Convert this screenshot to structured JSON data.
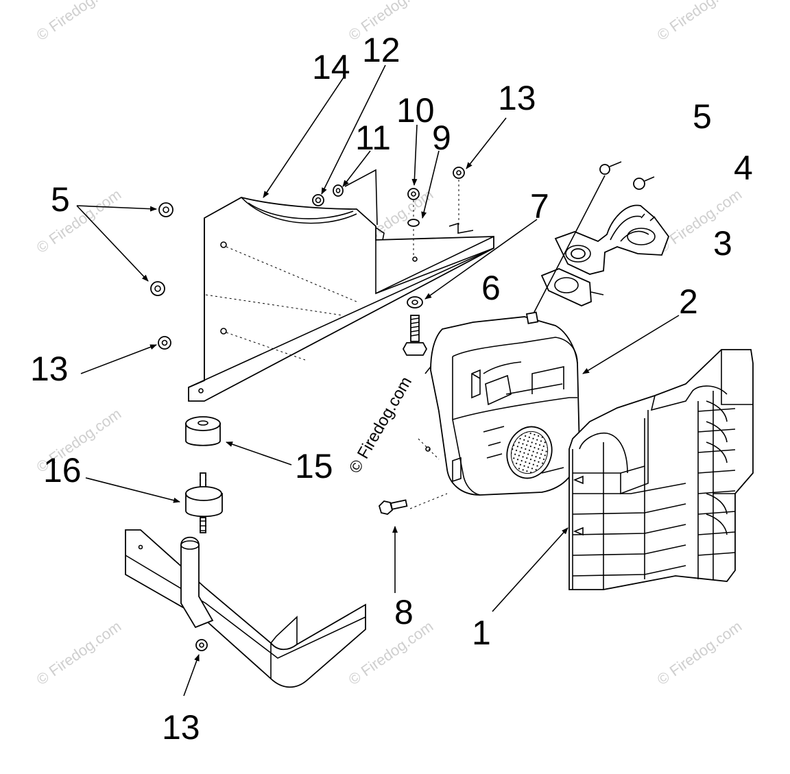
{
  "watermark": "© Firedog.com",
  "callouts": {
    "c1": "1",
    "c2": "2",
    "c3": "3",
    "c4": "4",
    "c5_top": "5",
    "c5_left": "5",
    "c6": "6",
    "c7": "7",
    "c8": "8",
    "c9": "9",
    "c10": "10",
    "c11": "11",
    "c12": "12",
    "c13_top": "13",
    "c13_left": "13",
    "c13_bottom": "13",
    "c14": "14",
    "c15": "15",
    "c16": "16"
  },
  "colors": {
    "line": "#000000",
    "background": "#ffffff",
    "watermark": "#cfcfcf"
  }
}
